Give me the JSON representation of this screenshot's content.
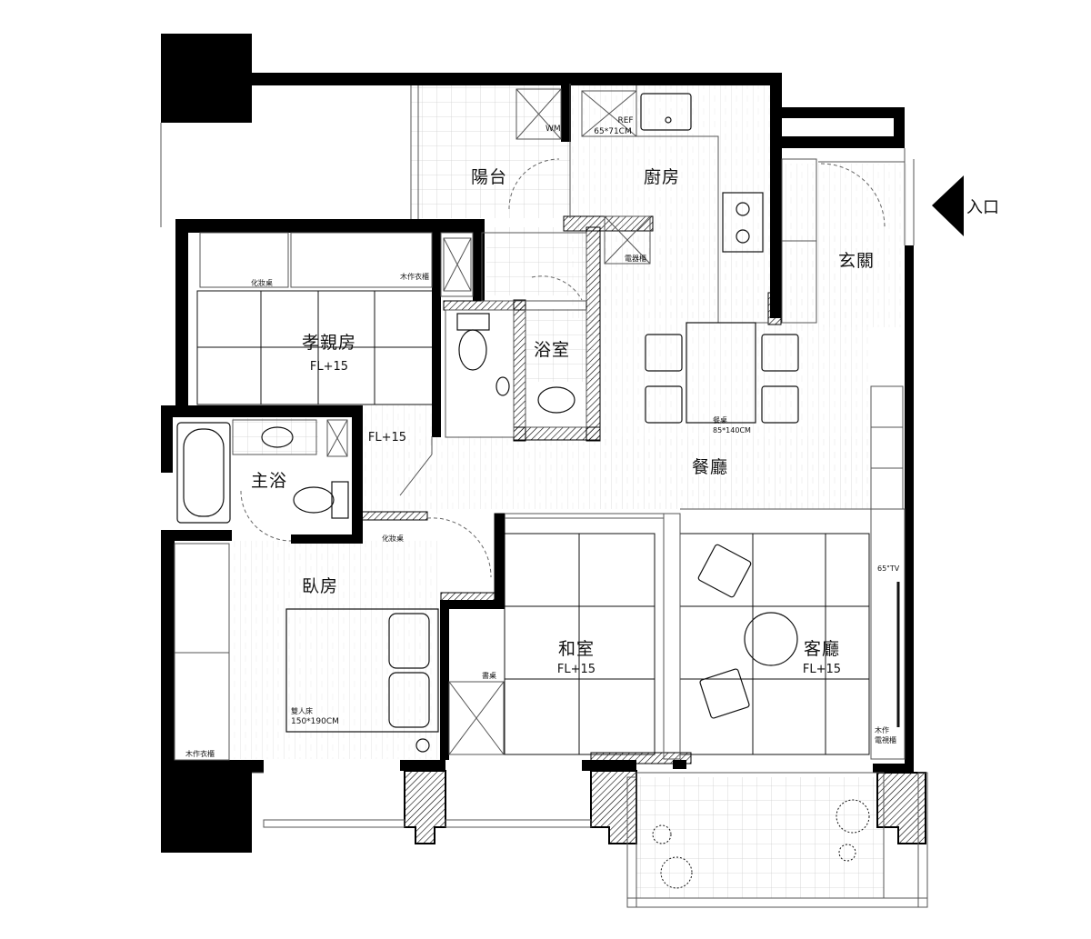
{
  "labels": {
    "balcony": "陽台",
    "kitchen": "廚房",
    "entry_hall": "玄關",
    "entrance": "入口",
    "parents_room": "孝親房",
    "parents_room_fl": "FL+15",
    "bathroom": "浴室",
    "master_bath": "主浴",
    "corridor_fl": "FL+15",
    "dining_room": "餐廳",
    "bedroom": "臥房",
    "tatami_room": "和室",
    "tatami_room_fl": "FL+15",
    "living_room": "客廳",
    "living_room_fl": "FL+15"
  },
  "annotations": {
    "washing_machine": "WM",
    "fridge": "REF",
    "fridge_size": "65*71CM",
    "appliance_cabinet": "電器櫃",
    "vanity_parents": "化妝桌",
    "wardrobe_parents": "木作衣櫃",
    "dining_table": "餐桌",
    "dining_table_size": "85*140CM",
    "vanity_bedroom": "化妝桌",
    "desk": "書桌",
    "double_bed": "雙人床",
    "double_bed_size": "150*190CM",
    "wardrobe_bedroom": "木作衣櫃",
    "tv": "65\"TV",
    "tv_cabinet_1": "木作",
    "tv_cabinet_2": "電視櫃"
  },
  "colors": {
    "wall": "#000000",
    "grid": "#cfcfcf",
    "line": "#555555"
  }
}
